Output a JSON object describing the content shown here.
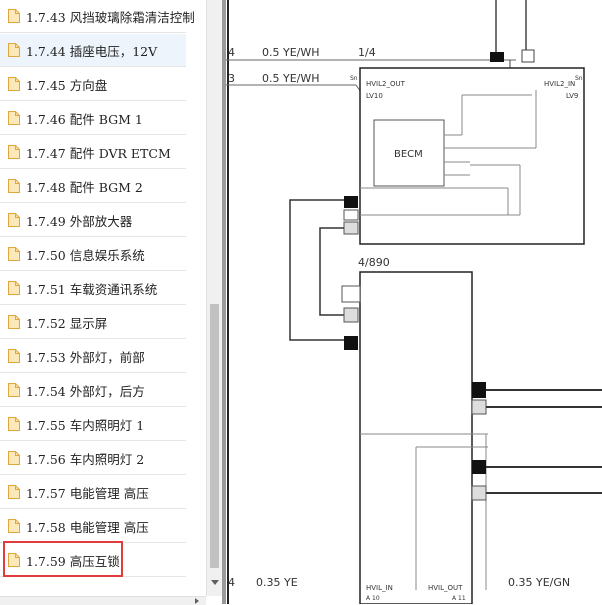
{
  "sidebar": {
    "items": [
      {
        "label": "1.7.43 风挡玻璃除霜清洁控制"
      },
      {
        "label": "1.7.44 插座电压，12V"
      },
      {
        "label": "1.7.45 方向盘"
      },
      {
        "label": "1.7.46 配件 BGM 1"
      },
      {
        "label": "1.7.47 配件 DVR ETCM"
      },
      {
        "label": "1.7.48 配件 BGM 2"
      },
      {
        "label": "1.7.49 外部放大器"
      },
      {
        "label": "1.7.50 信息娱乐系统"
      },
      {
        "label": "1.7.51 车载资通讯系统"
      },
      {
        "label": "1.7.52 显示屏"
      },
      {
        "label": "1.7.53 外部灯，前部"
      },
      {
        "label": "1.7.54 外部灯，后方"
      },
      {
        "label": "1.7.55 车内照明灯 1"
      },
      {
        "label": "1.7.56 车内照明灯 2"
      },
      {
        "label": "1.7.57 电能管理 高压"
      },
      {
        "label": "1.7.58 电能管理 高压"
      },
      {
        "label": "1.7.59 高压互锁"
      }
    ],
    "highlighted_index": 1,
    "selected_index": 16,
    "icon": "document-icon"
  },
  "diagram": {
    "wire_top_1": "0.5  YE/WH",
    "wire_top_2": "0.5  YE/WH",
    "ref_top_left_1": "4",
    "ref_top_left_2": "3",
    "connector_1": "1/4",
    "module_name": "BECM",
    "pin_hvil2_out": "HVIL2_OUT",
    "pin_hvil2_in": "HVIL2_IN",
    "pin_lv10": "LV10",
    "pin_lv9": "LV9",
    "pin_sn1": "Sn",
    "pin_sn2": "Sn",
    "connector_2": "4/890",
    "pin_hvil_in": "HVIL_IN",
    "pin_hvil_out": "HVIL_OUT",
    "pin_a10": "A 10",
    "pin_a11": "A 11",
    "wire_bottom_1": "0.35  YE",
    "wire_bottom_2": "0.35  YE/GN",
    "ref_bottom_left": "4"
  },
  "colors": {
    "highlight_bg": "#edf4fb",
    "selection_border": "#e03c3c",
    "icon_fill": "#fde9b8",
    "icon_stroke": "#e0a640"
  }
}
